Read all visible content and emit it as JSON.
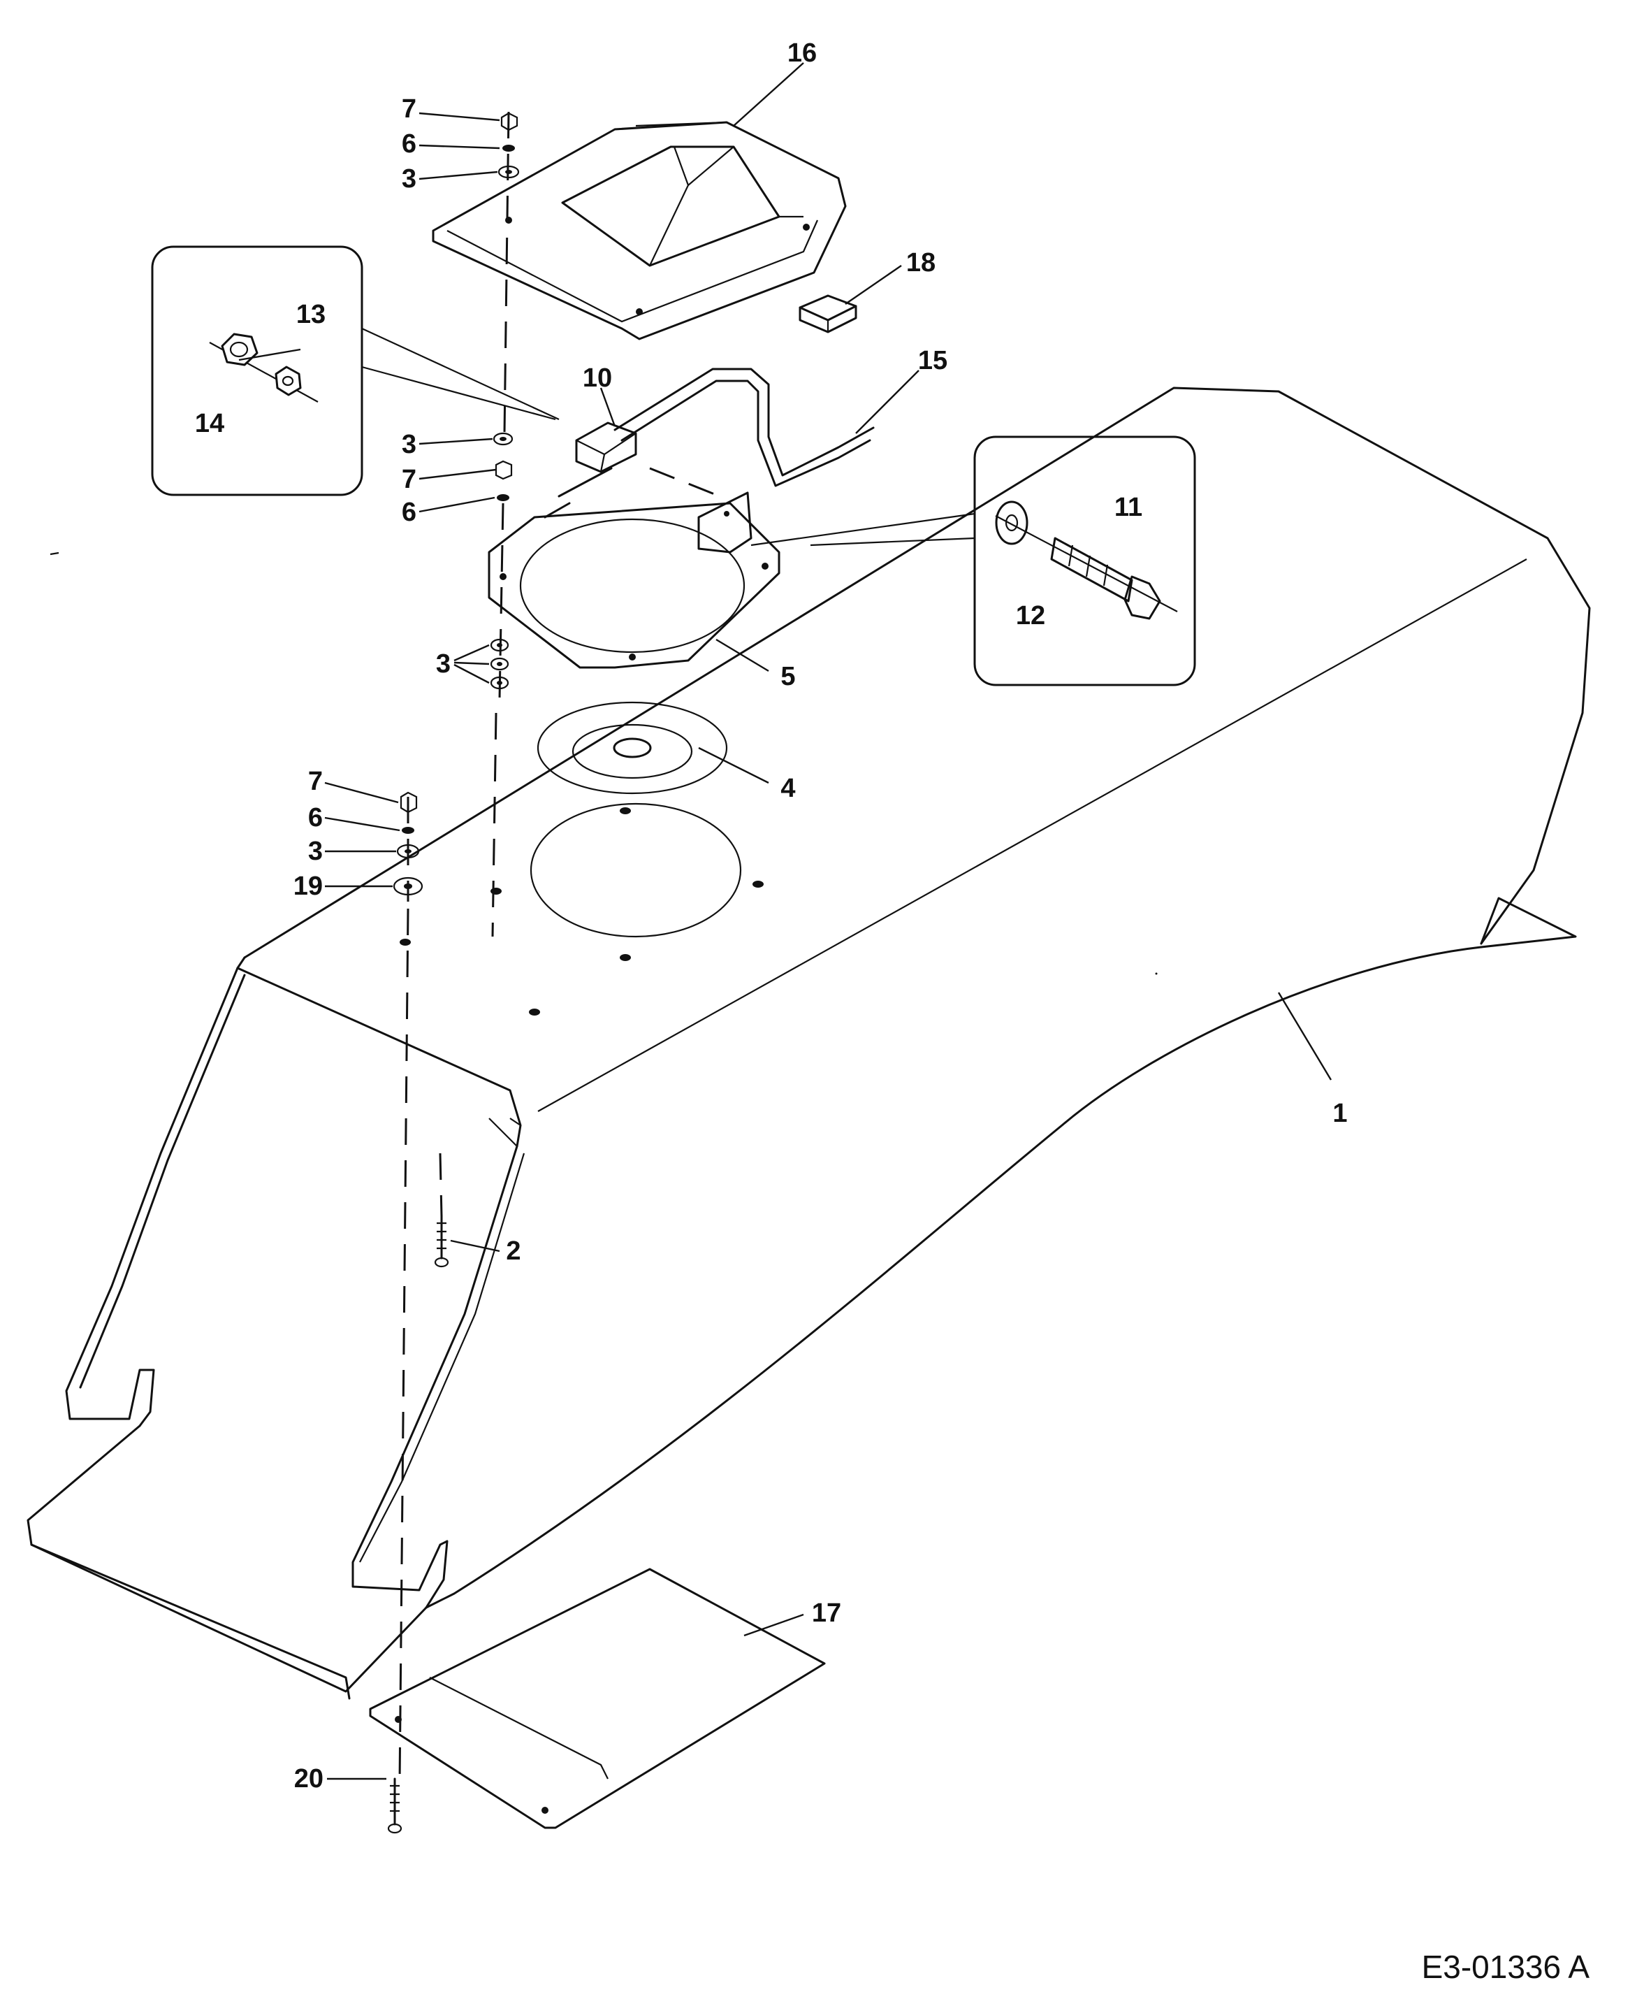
{
  "diagram": {
    "document_code": "E3-01336 A",
    "callouts": {
      "c1": "1",
      "c2": "2",
      "c3a": "3",
      "c3b": "3",
      "c3c": "3",
      "c3d": "3",
      "c4": "4",
      "c5": "5",
      "c6a": "6",
      "c6b": "6",
      "c6c": "6",
      "c7a": "7",
      "c7b": "7",
      "c7c": "7",
      "c10": "10",
      "c11": "11",
      "c12": "12",
      "c13": "13",
      "c14": "14",
      "c15": "15",
      "c16": "16",
      "c17": "17",
      "c18": "18",
      "c19": "19",
      "c20": "20"
    }
  }
}
